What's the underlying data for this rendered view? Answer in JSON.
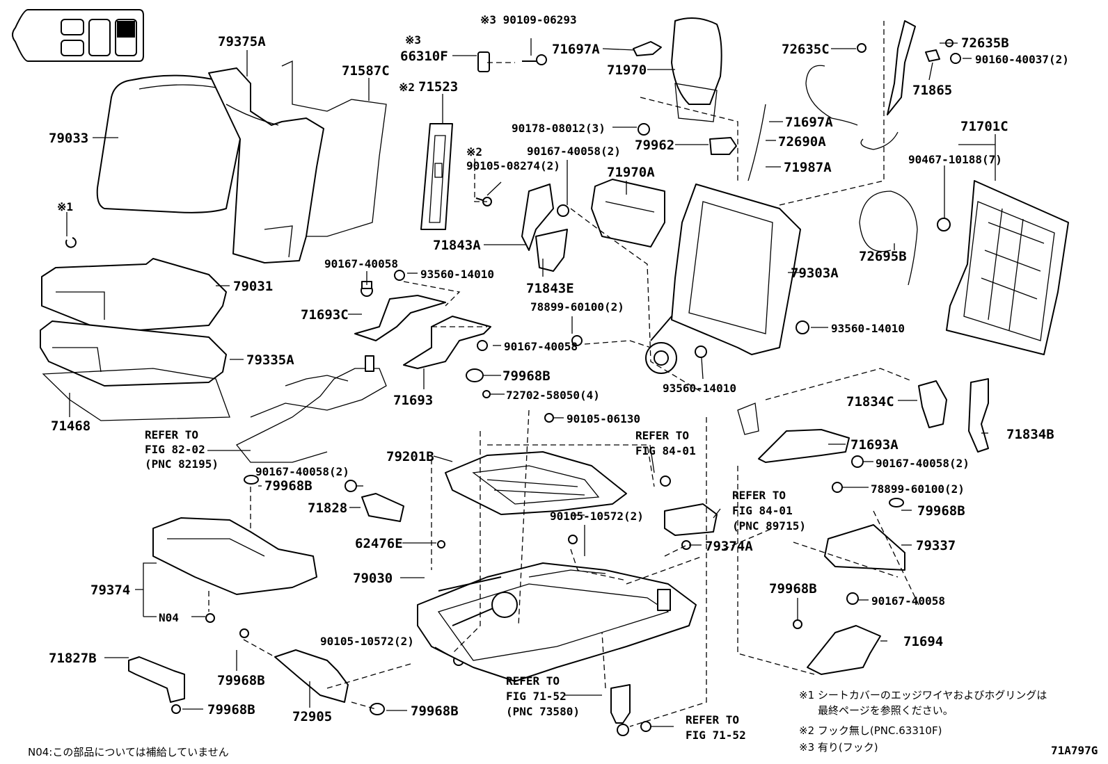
{
  "labels": {
    "l79375A": "79375A",
    "l71587C": "71587C",
    "l79033": "79033",
    "l79031": "79031",
    "l79335A": "79335A",
    "l71468": "71468",
    "m1": "※1",
    "m2a": "※2",
    "l71523": "71523",
    "m2b": "※2",
    "l90105_08274": "90105-08274(2)",
    "m3a": "※3",
    "l66310F": "66310F",
    "l90109_06293": "※3 90109-06293",
    "l71843A": "71843A",
    "l71843E": "71843E",
    "l90167_40058_a": "90167-40058",
    "l93560_14010_a": "93560-14010",
    "l71693C": "71693C",
    "l90167_40058_b": "90167-40058",
    "l71693": "71693",
    "l79968B_a": "79968B",
    "l72702": "72702-58050(4)",
    "l90105_06130": "90105-06130",
    "l71697A_a": "71697A",
    "l71970": "71970",
    "l90178": "90178-08012(3)",
    "l90167_40058_2a": "90167-40058(2)",
    "l79962": "79962",
    "l71970A": "71970A",
    "l71697A_b": "71697A",
    "l72690A": "72690A",
    "l71987A": "71987A",
    "l78899_a": "78899-60100(2)",
    "l79303A": "79303A",
    "l93560_14010_b": "93560-14010",
    "l93560_14010_c": "93560-14010",
    "l72635C": "72635C",
    "l72635B": "72635B",
    "l90160": "90160-40037(2)",
    "l71865": "71865",
    "l71701C": "71701C",
    "l90467": "90467-10188(7)",
    "l72695B": "72695B",
    "l71834C": "71834C",
    "l71834B": "71834B",
    "l71693A": "71693A",
    "l90167_40058_2b": "90167-40058(2)",
    "l78899_b": "78899-60100(2)",
    "l79968B_b": "79968B",
    "l79337": "79337",
    "l79968B_c": "79968B",
    "l90167_40058_c": "90167-40058",
    "l71694": "71694",
    "l79201B": "79201B",
    "l90167_40058_2c": "90167-40058(2)",
    "l79968B_d": "79968B",
    "l71828": "71828",
    "l79374": "79374",
    "l_n04": "N04",
    "l71827B": "71827B",
    "l79968B_e": "79968B",
    "l79968B_f": "79968B",
    "l72905": "72905",
    "l79968B_g": "79968B",
    "l62476E": "62476E",
    "l79030": "79030",
    "l90105_10572_a": "90105-10572(2)",
    "l90105_10572_b": "90105-10572(2)",
    "l79374A": "79374A"
  },
  "refs": {
    "r82_1": "REFER TO",
    "r82_2": "FIG 82-02",
    "r82_3": "(PNC 82195)",
    "r84a_1": "REFER TO",
    "r84a_2": "FIG 84-01",
    "r84b_1": "REFER TO",
    "r84b_2": "FIG 84-01",
    "r84b_3": "(PNC 89715)",
    "r7152a_1": "REFER TO",
    "r7152a_2": "FIG 71-52",
    "r7152a_3": "(PNC 73580)",
    "r7152b_1": "REFER TO",
    "r7152b_2": "FIG 71-52"
  },
  "notes": {
    "n1a": "※1 シートカバーのエッジワイヤおよびホグリングは",
    "n1b": "最終ページを参照ください。",
    "n2": "※2 フック無し(PNC.63310F)",
    "n3": "※3 有り(フック)",
    "n04": "N04:この部品については補給していません",
    "code": "71A797G"
  }
}
